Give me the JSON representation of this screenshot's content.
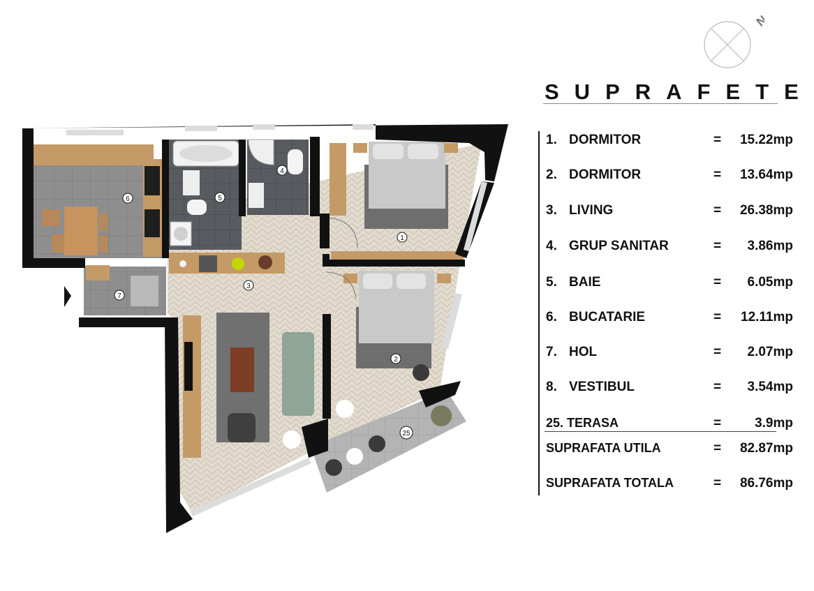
{
  "title": "SUPRAFETE",
  "compass": {
    "letter": "N",
    "icon": "north-compass-icon"
  },
  "rooms": [
    {
      "num": "1.",
      "name": "DORMITOR",
      "eq": "=",
      "value": "15.22mp"
    },
    {
      "num": "2.",
      "name": "DORMITOR",
      "eq": "=",
      "value": "13.64mp"
    },
    {
      "num": "3.",
      "name": "LIVING",
      "eq": "=",
      "value": "26.38mp"
    },
    {
      "num": "4.",
      "name": "GRUP SANITAR",
      "eq": "=",
      "value": "3.86mp"
    },
    {
      "num": "5.",
      "name": "BAIE",
      "eq": "=",
      "value": "6.05mp"
    },
    {
      "num": "6.",
      "name": "BUCATARIE",
      "eq": "=",
      "value": "12.11mp"
    },
    {
      "num": "7.",
      "name": "HOL",
      "eq": "=",
      "value": "2.07mp"
    },
    {
      "num": "8.",
      "name": "VESTIBUL",
      "eq": "=",
      "value": "3.54mp"
    }
  ],
  "terasa": {
    "name": "25. TERASA",
    "eq": "=",
    "value": "3.9mp"
  },
  "totals": [
    {
      "name": "SUPRAFATA UTILA",
      "eq": "=",
      "value": "82.87mp"
    },
    {
      "name": "SUPRAFATA TOTALA",
      "eq": "=",
      "value": "86.76mp"
    }
  ],
  "plan_labels": [
    "1",
    "2",
    "3",
    "4",
    "5",
    "6",
    "7",
    "25"
  ],
  "colors": {
    "wall": "#111111",
    "parquet": "#ddd5c8",
    "tile": "#7c7c7c",
    "wood": "#c49a66",
    "rug": "#6f6f6f"
  }
}
